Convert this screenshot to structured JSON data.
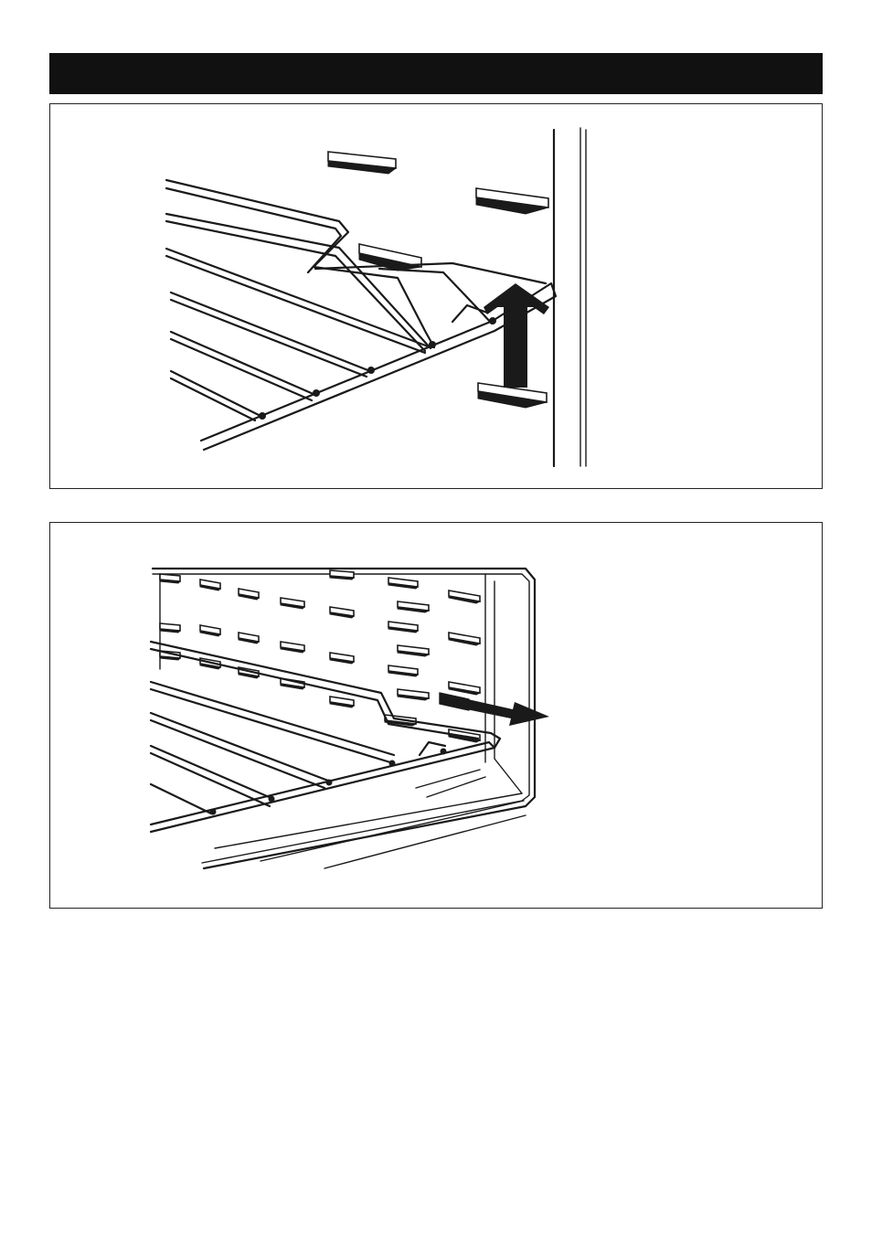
{
  "header": {
    "title": ""
  },
  "figures": [
    {
      "id": "figure-1",
      "caption": "",
      "arrow_direction": "up"
    },
    {
      "id": "figure-2",
      "caption": "",
      "arrow_direction": "right"
    }
  ],
  "colors": {
    "ink": "#1a1a1a",
    "header_bar": "#111111",
    "background": "#ffffff"
  }
}
